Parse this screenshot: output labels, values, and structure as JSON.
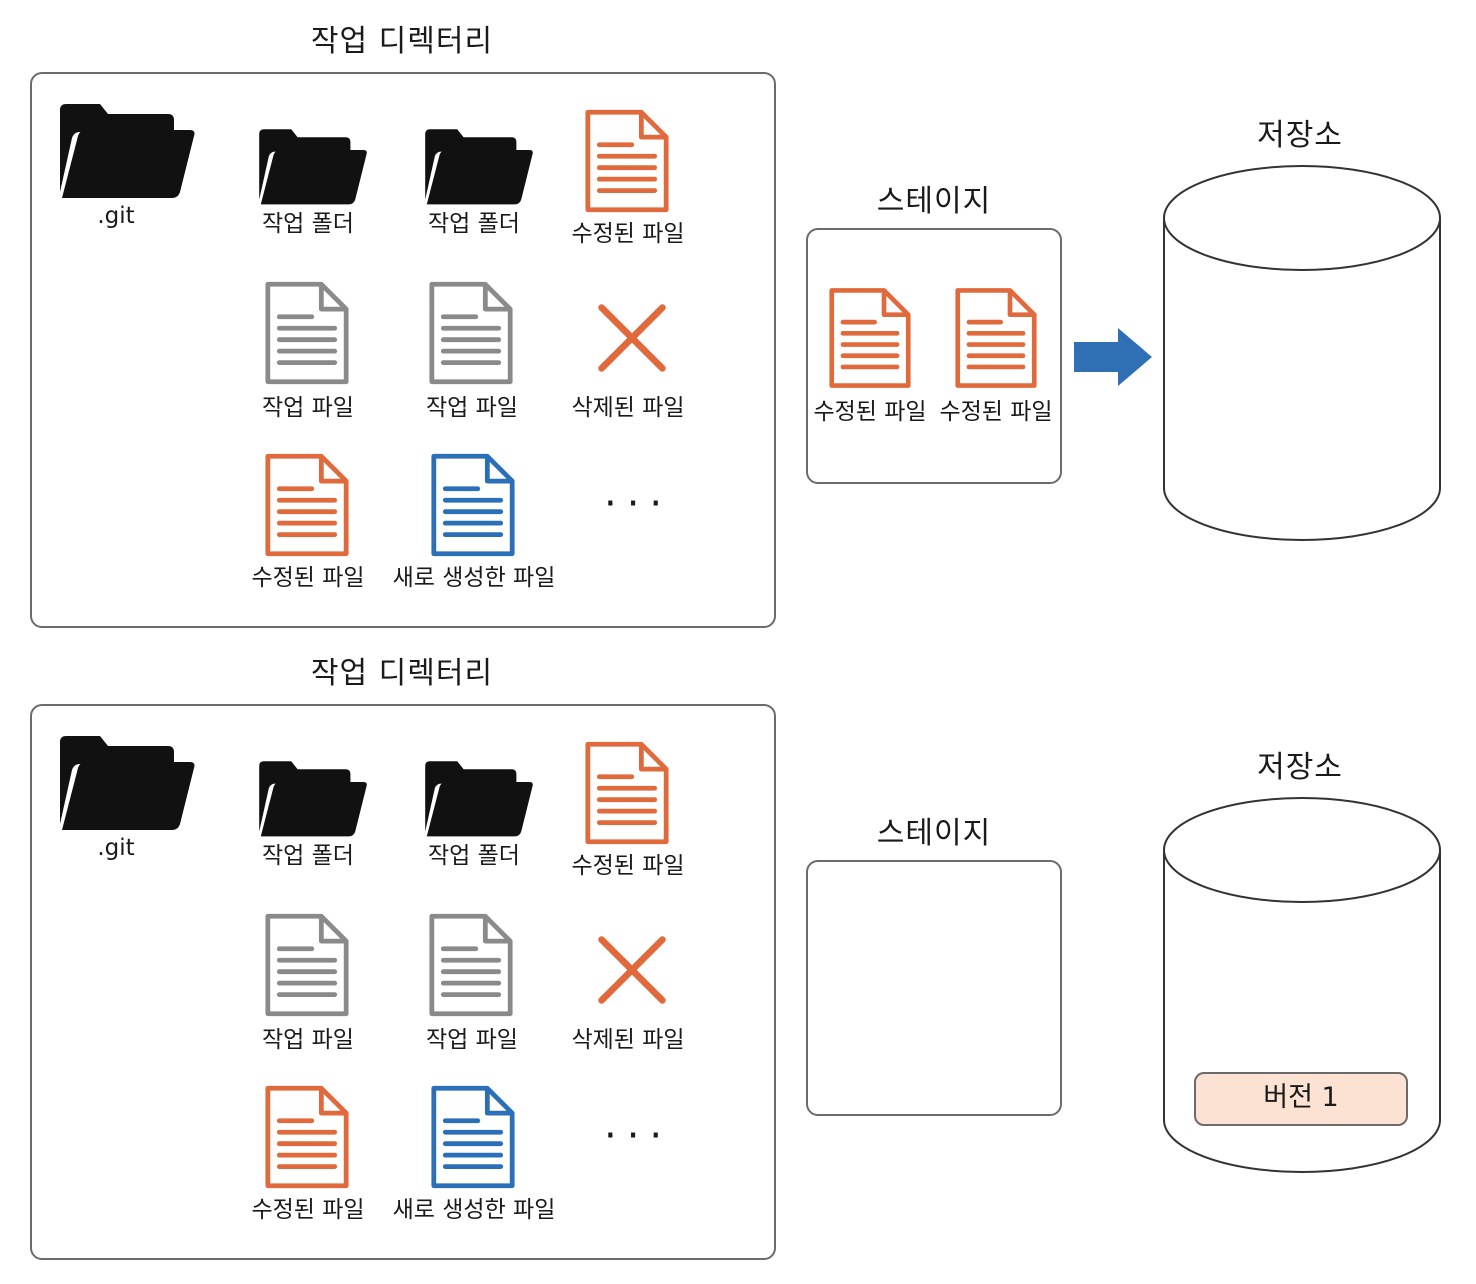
{
  "top": {
    "workdir": {
      "title": "작업 디렉터리",
      "items": {
        "git": ".git",
        "folder1": "작업 폴더",
        "folder2": "작업 폴더",
        "modified1": "수정된 파일",
        "work1": "작업 파일",
        "work2": "작업 파일",
        "deleted": "삭제된 파일",
        "modified2": "수정된 파일",
        "new": "새로 생성한 파일",
        "more": "···"
      }
    },
    "stage": {
      "title": "스테이지",
      "items": [
        "수정된 파일",
        "수정된 파일"
      ]
    },
    "repo": {
      "title": "저장소"
    }
  },
  "bottom": {
    "workdir": {
      "title": "작업 디렉터리",
      "items": {
        "git": ".git",
        "folder1": "작업 폴더",
        "folder2": "작업 폴더",
        "modified1": "수정된 파일",
        "work1": "작업 파일",
        "work2": "작업 파일",
        "deleted": "삭제된 파일",
        "modified2": "수정된 파일",
        "new": "새로 생성한 파일",
        "more": "···"
      }
    },
    "stage": {
      "title": "스테이지"
    },
    "repo": {
      "title": "저장소",
      "version": "버전 1"
    }
  },
  "colors": {
    "modified": "#e06a3c",
    "work": "#8a8a8a",
    "new": "#2a6fb7",
    "deleted": "#e06a3c",
    "folder": "#111111",
    "arrow": "#2f6fb3",
    "version_bg": "#fbe2d3"
  }
}
